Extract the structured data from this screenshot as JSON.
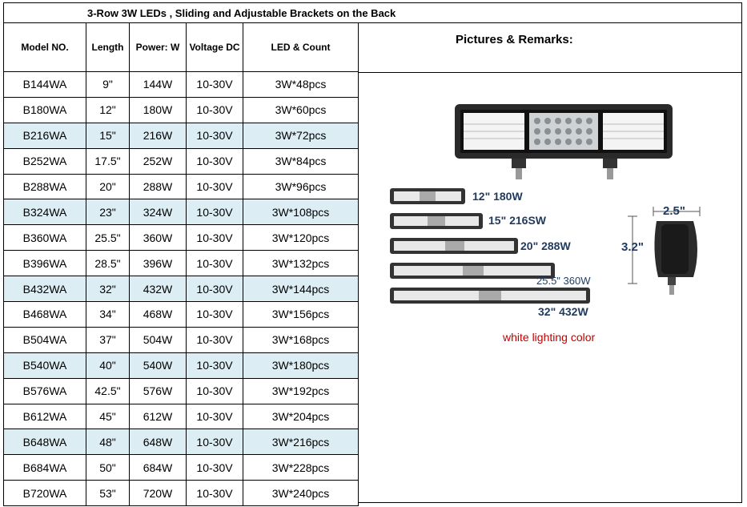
{
  "title": "3-Row 3W LEDs , Sliding and Adjustable Brackets on the  Back",
  "headers": {
    "model": "Model NO.",
    "length": "Length",
    "power": "Power: W",
    "voltage": "Voltage DC",
    "led": "LED & Count",
    "pictures": "Pictures & Remarks:"
  },
  "rows": [
    {
      "model": "B144WA",
      "length": "9\"",
      "power": "144W",
      "voltage": "10-30V",
      "led": "3W*48pcs"
    },
    {
      "model": "B180WA",
      "length": "12\"",
      "power": "180W",
      "voltage": "10-30V",
      "led": "3W*60pcs"
    },
    {
      "model": "B216WA",
      "length": "15\"",
      "power": "216W",
      "voltage": "10-30V",
      "led": "3W*72pcs"
    },
    {
      "model": "B252WA",
      "length": "17.5\"",
      "power": "252W",
      "voltage": "10-30V",
      "led": "3W*84pcs"
    },
    {
      "model": "B288WA",
      "length": "20\"",
      "power": "288W",
      "voltage": "10-30V",
      "led": "3W*96pcs"
    },
    {
      "model": "B324WA",
      "length": "23\"",
      "power": "324W",
      "voltage": "10-30V",
      "led": "3W*108pcs"
    },
    {
      "model": "B360WA",
      "length": "25.5\"",
      "power": "360W",
      "voltage": "10-30V",
      "led": "3W*120pcs"
    },
    {
      "model": "B396WA",
      "length": "28.5\"",
      "power": "396W",
      "voltage": "10-30V",
      "led": "3W*132pcs"
    },
    {
      "model": "B432WA",
      "length": "32\"",
      "power": "432W",
      "voltage": "10-30V",
      "led": "3W*144pcs"
    },
    {
      "model": "B468WA",
      "length": "34\"",
      "power": "468W",
      "voltage": "10-30V",
      "led": "3W*156pcs"
    },
    {
      "model": "B504WA",
      "length": "37\"",
      "power": "504W",
      "voltage": "10-30V",
      "led": "3W*168pcs"
    },
    {
      "model": "B540WA",
      "length": "40\"",
      "power": "540W",
      "voltage": "10-30V",
      "led": "3W*180pcs"
    },
    {
      "model": "B576WA",
      "length": "42.5\"",
      "power": "576W",
      "voltage": "10-30V",
      "led": "3W*192pcs"
    },
    {
      "model": "B612WA",
      "length": "45\"",
      "power": "612W",
      "voltage": "10-30V",
      "led": "3W*204pcs"
    },
    {
      "model": "B648WA",
      "length": "48\"",
      "power": "648W",
      "voltage": "10-30V",
      "led": "3W*216pcs"
    },
    {
      "model": "B684WA",
      "length": "50\"",
      "power": "684W",
      "voltage": "10-30V",
      "led": "3W*228pcs"
    },
    {
      "model": "B720WA",
      "length": "53\"",
      "power": "720W",
      "voltage": "10-30V",
      "led": "3W*240pcs"
    }
  ],
  "highlight_color": "#dcedf3",
  "figure": {
    "labels": [
      "12\" 180W",
      "15\"  216SW",
      "20\" 288W",
      "25.5\" 360W",
      "32\" 432W"
    ],
    "width_dim": "2.5\"",
    "height_dim": "3.2\"",
    "note": "white lighting color"
  }
}
